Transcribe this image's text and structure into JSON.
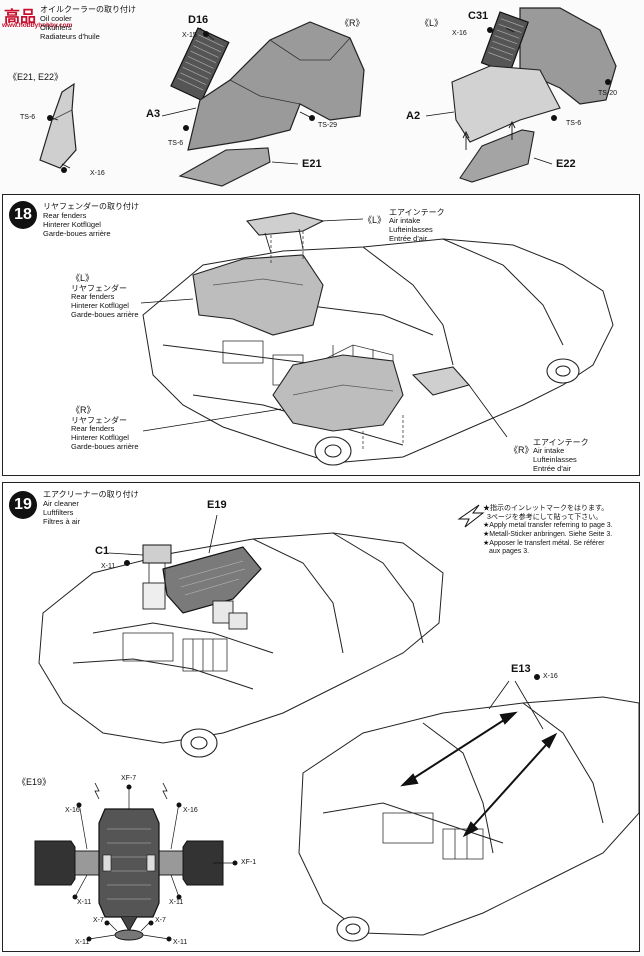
{
  "watermark": {
    "logo_text": "高品",
    "sub_text": "www.hobbyhobby.com"
  },
  "step17": {
    "title_jp": "オイルクーラーの取り付け",
    "title_en": [
      "Oil cooler",
      "Ölkühlers",
      "Radiateurs d'huile"
    ],
    "group_left": "《E21, E22》",
    "group_r": "《R》",
    "group_l": "《L》",
    "parts": {
      "d16": "D16",
      "c31": "C31",
      "a3": "A3",
      "a2": "A2",
      "e21": "E21",
      "e22": "E22"
    },
    "callouts": {
      "x15": "X-15",
      "x16": "X-16",
      "ts6a": "TS-6",
      "ts6b": "TS-6",
      "ts6c": "TS-6",
      "ts29": "TS-29",
      "ts20": "TS-20",
      "x16b": "X-16"
    }
  },
  "step18": {
    "number": "18",
    "title_jp": "リヤフェンダーの取り付け",
    "title_en": [
      "Rear fenders",
      "Hinterer Kotflügel",
      "Garde-boues arrière"
    ],
    "top_intake": {
      "side": "《L》",
      "jp": "エアインテーク",
      "en": [
        "Air intake",
        "Lufteinlasses",
        "Entrée d'air"
      ]
    },
    "left_fender": {
      "side": "《L》",
      "jp": "リヤフェンダー",
      "en": [
        "Rear fenders",
        "Hinterer Kotflügel",
        "Garde-boues arrière"
      ]
    },
    "right_fender": {
      "side": "《R》",
      "jp": "リヤフェンダー",
      "en": [
        "Rear fenders",
        "Hinterer Kotflügel",
        "Garde-boues arrière"
      ]
    },
    "bottom_intake": {
      "side": "《R》",
      "jp": "エアインテーク",
      "en": [
        "Air intake",
        "Lufteinlasses",
        "Entrée d'air"
      ]
    }
  },
  "step19": {
    "number": "19",
    "title_jp": "エアクリーナーの取り付け",
    "title_en": [
      "Air cleaner",
      "Luftfilters",
      "Filtres à air"
    ],
    "note": [
      "★指示のインレットマークをはります。",
      "3ページを参考にして貼って下さい。",
      "★Apply metal transfer referring to page 3.",
      "★Metall-Sticker anbringen. Siehe Seite 3.",
      "★Apposer le transfert métal. Se référer",
      "aux pages 3."
    ],
    "parts": {
      "e19": "E19",
      "c1": "C1",
      "e13": "E13",
      "x11": "X-11",
      "x16": "X-16"
    },
    "detail": {
      "label": "《E19》",
      "callouts": {
        "xf7": "XF-7",
        "x16l": "X-16",
        "x16r": "X-16",
        "xf1": "XF-1",
        "x11a": "X-11",
        "x11b": "X-11",
        "x7a": "X-7",
        "x7b": "X-7",
        "x11c": "X-11",
        "x11d": "X-11"
      }
    }
  }
}
